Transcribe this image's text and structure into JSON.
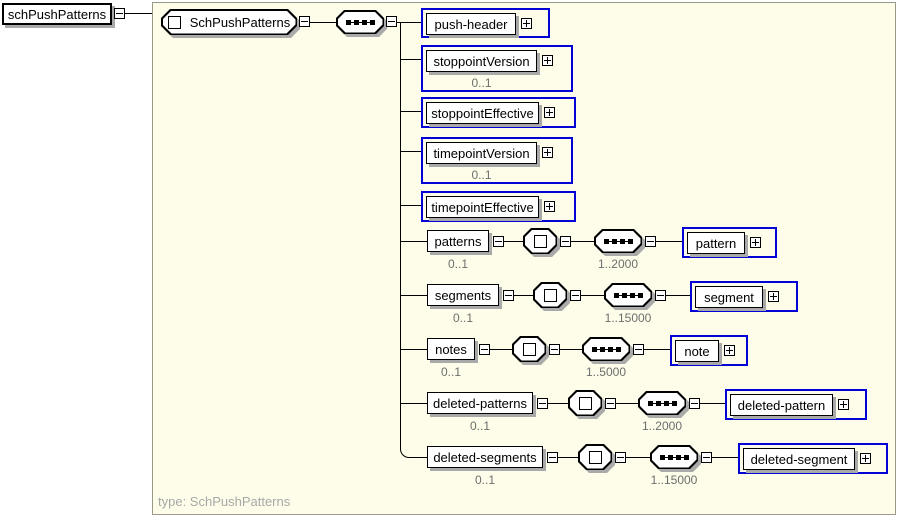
{
  "root_element": {
    "label": "schPushPatterns"
  },
  "content_model": {
    "complex_type_label": "SchPushPatterns",
    "compositor": "sequence",
    "type_caption": "type: SchPushPatterns"
  },
  "rows": [
    {
      "label": "push-header",
      "kind": "element-ref"
    },
    {
      "label": "stoppointVersion",
      "kind": "element-ref",
      "occurrence": "0..1"
    },
    {
      "label": "stoppointEffective",
      "kind": "element-ref"
    },
    {
      "label": "timepointVersion",
      "kind": "element-ref",
      "occurrence": "0..1"
    },
    {
      "label": "timepointEffective",
      "kind": "element-ref"
    },
    {
      "label": "patterns",
      "kind": "element",
      "occurrence": "0..1",
      "child": {
        "label": "pattern",
        "occurrence": "1..2000"
      }
    },
    {
      "label": "segments",
      "kind": "element",
      "occurrence": "0..1",
      "child": {
        "label": "segment",
        "occurrence": "1..15000"
      }
    },
    {
      "label": "notes",
      "kind": "element",
      "occurrence": "0..1",
      "child": {
        "label": "note",
        "occurrence": "1..5000"
      }
    },
    {
      "label": "deleted-patterns",
      "kind": "element",
      "occurrence": "0..1",
      "child": {
        "label": "deleted-pattern",
        "occurrence": "1..2000"
      }
    },
    {
      "label": "deleted-segments",
      "kind": "element",
      "occurrence": "0..1",
      "child": {
        "label": "deleted-segment",
        "occurrence": "1..15000"
      }
    }
  ],
  "icons": {
    "collapse": "minus-box",
    "expand": "plus-box",
    "sequence": "dotted-connector",
    "complex_type": "white-square"
  },
  "colors": {
    "link_border": "#0202d6",
    "surface_bg": "#fdfde9",
    "box_shadow": "#a9a9a9",
    "occurrence_text": "#6e6e6e",
    "caption_text": "#a8a8a8"
  }
}
